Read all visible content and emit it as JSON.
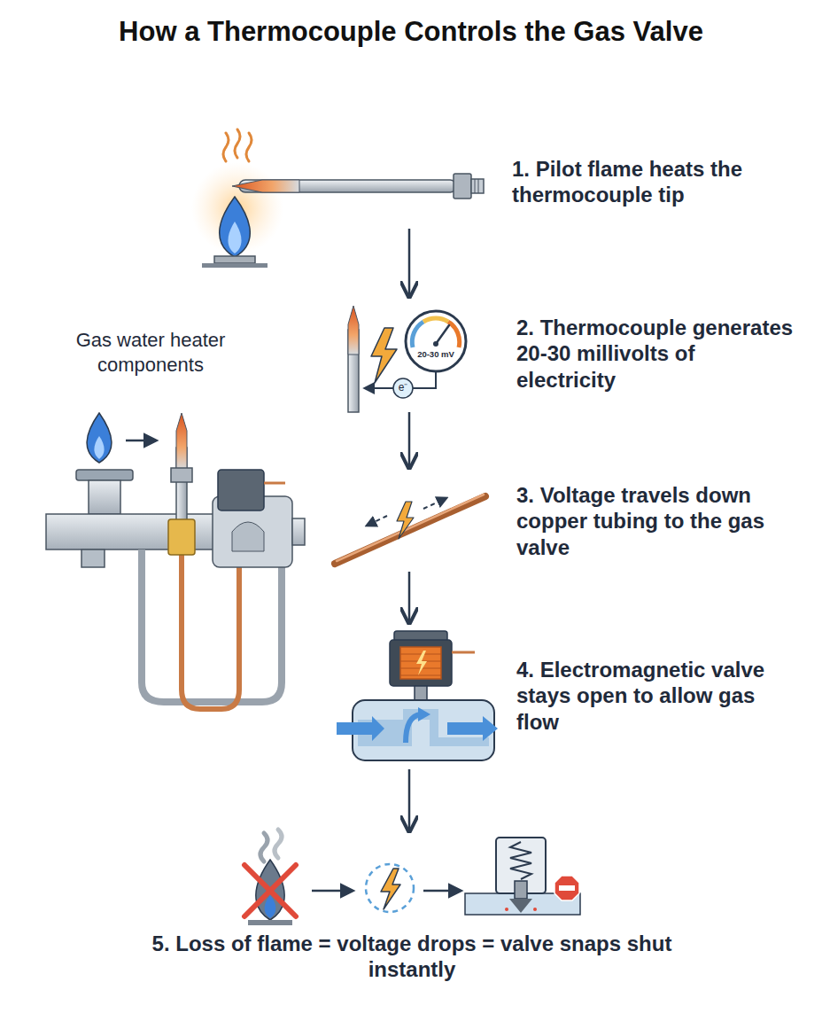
{
  "diagram": {
    "title": "How a Thermocouple Controls the Gas Valve",
    "nodes": [
      {
        "text": [
          "1. Pilot flame heats the thermocouple tip"
        ]
      },
      {
        "text": [
          "2. Thermocouple generates 20-30 millivolts of electricity"
        ]
      },
      {
        "text": [
          "3. Voltage travels down copper tubing to the gas valve"
        ]
      },
      {
        "text": [
          "4. Electromagnetic valve stays open to allow gas flow"
        ]
      },
      {
        "text": [
          "5. Loss of flame = voltage drops = valve snaps shut instantly"
        ]
      }
    ],
    "edges": [
      {
        "from": 0,
        "to": 1,
        "arrow": "to"
      },
      {
        "from": 1,
        "to": 2,
        "arrow": "to"
      },
      {
        "from": 2,
        "to": 3,
        "arrow": "to"
      },
      {
        "from": 3,
        "to": 4,
        "arrow": "to"
      }
    ],
    "labels": [
      "Gas water heater components",
      "20-30 mV",
      "e⁻"
    ]
  }
}
